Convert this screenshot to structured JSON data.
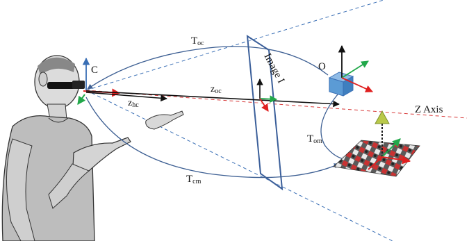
{
  "labels": {
    "camera": "C",
    "object": "O",
    "image_plane": "Image I",
    "z_axis": "Z Axis",
    "t_oc_main": "T",
    "t_oc_sub": "oc",
    "z_oc_main": "z",
    "z_oc_sub": "oc",
    "z_hc_main": "z",
    "z_hc_sub": "hc",
    "t_om_main": "T",
    "t_om_sub": "om",
    "t_cm_main": "T",
    "t_cm_sub": "cm"
  },
  "colors": {
    "frustum": "#3a6fb5",
    "transform_curve": "#4a6a9a",
    "z_axis_dash": "#d83a3a",
    "axis_x": "#e02020",
    "axis_y": "#111111",
    "axis_z": "#22a84a",
    "camera_axis": "#3a6fb5",
    "object_box": "#5b9bd5",
    "marker_arrow": "#b9c94a"
  },
  "icons": {
    "person": "person-with-headset-icon",
    "object": "object-cube-icon",
    "marker": "textured-marker-icon"
  }
}
